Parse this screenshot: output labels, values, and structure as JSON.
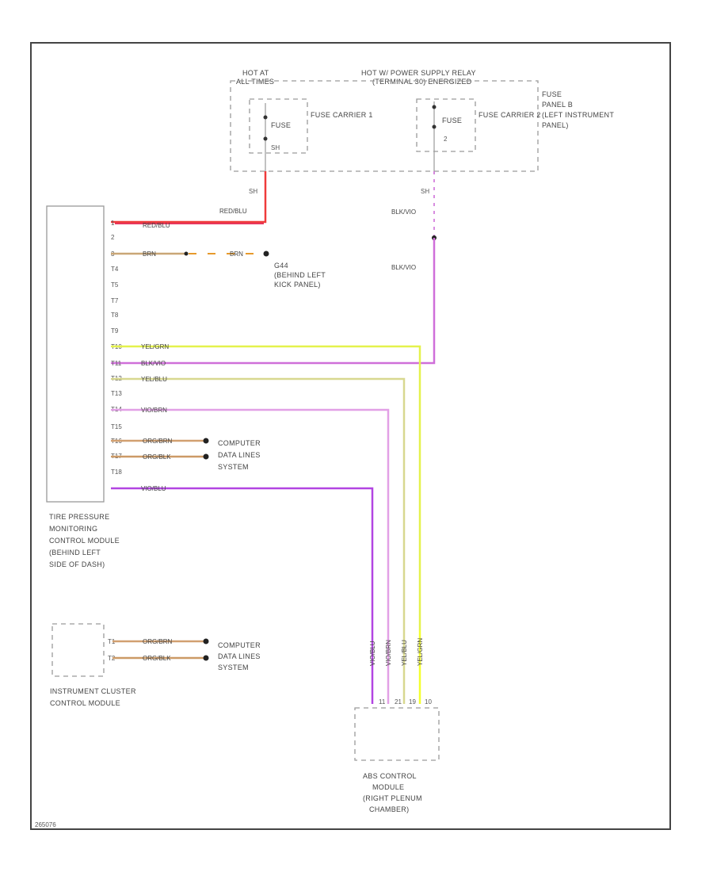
{
  "colors": {
    "red_blue": "#e8365c",
    "red": "#ef3b3b",
    "brown": "#c9a676",
    "orange_dash": "#e79a2c",
    "yellow_green": "#e4f24c",
    "yellow_green_2": "#f3ff2e",
    "black_violet": "#cf6fd9",
    "violet": "#b245e2",
    "yellow_blue": "#d8d890",
    "violet_brown": "#e07ae6",
    "orange_brown": "#d2a070",
    "orange_black": "#cc9a66",
    "pink": "#e2a0e6",
    "border": "#444444",
    "box_gray": "#9a9a9a"
  },
  "fuses": {
    "left_header": [
      "HOT AT",
      "ALL TIMES"
    ],
    "right_header": [
      "HOT W/ POWER SUPPLY RELAY",
      "(TERMINAL 30) ENERGIZED"
    ],
    "left_fuse": {
      "label": "FUSE",
      "pin": "SH",
      "chamber": "FUSE CARRIER 1"
    },
    "right_fuse": {
      "label": "FUSE",
      "pin": "2",
      "chamber": "FUSE CARRIER 2"
    },
    "panel_label": [
      "FUSE",
      "PANEL B",
      "(LEFT INSTRUMENT",
      "PANEL)"
    ]
  },
  "wires": {
    "red_blue_label": "RED/BLU",
    "sh_left": "SH",
    "sh_right": "SH",
    "blk_vio_top": "BLK/VIO",
    "blk_vio_mid": "BLK/VIO"
  },
  "tpms": {
    "label": [
      "TIRE PRESSURE",
      "MONITORING",
      "CONTROL MODULE",
      "(BEHIND LEFT",
      "SIDE OF DASH)"
    ],
    "pins": [
      "1",
      "2",
      "3",
      "T4",
      "T5",
      "T7",
      "T8",
      "T9",
      "T10",
      "T11",
      "T12",
      "T13",
      "T14",
      "T15",
      "T16",
      "T17",
      "T18"
    ],
    "wire_labels": [
      "RED/BLU",
      "BRN",
      "YEL/GRN",
      "BLK/VIO",
      "YEL/BLU",
      "VIO/BRN",
      "ORG/BRN",
      "ORG/BLK",
      "VIO/BLU"
    ],
    "brn_dash_label": "BRN"
  },
  "ground": [
    "G44",
    "(BEHIND LEFT",
    "KICK PANEL)"
  ],
  "data_lines_1": [
    "COMPUTER",
    "DATA LINES",
    "SYSTEM"
  ],
  "cluster": {
    "label": [
      "INSTRUMENT CLUSTER",
      "CONTROL MODULE"
    ],
    "pins": [
      "T1",
      "T2"
    ],
    "wire_labels": [
      "ORG/BRN",
      "ORG/BLK"
    ]
  },
  "data_lines_2": [
    "COMPUTER",
    "DATA LINES",
    "SYSTEM"
  ],
  "abs": {
    "wire_labels": [
      "VIO/BLU",
      "VIO/BRN",
      "YEL/BLU",
      "YEL/GRN"
    ],
    "pins": [
      "11",
      "21",
      "19",
      "10"
    ],
    "label": [
      "ABS CONTROL",
      "MODULE",
      "(RIGHT PLENUM",
      "CHAMBER)"
    ]
  },
  "figure_id": "265076"
}
